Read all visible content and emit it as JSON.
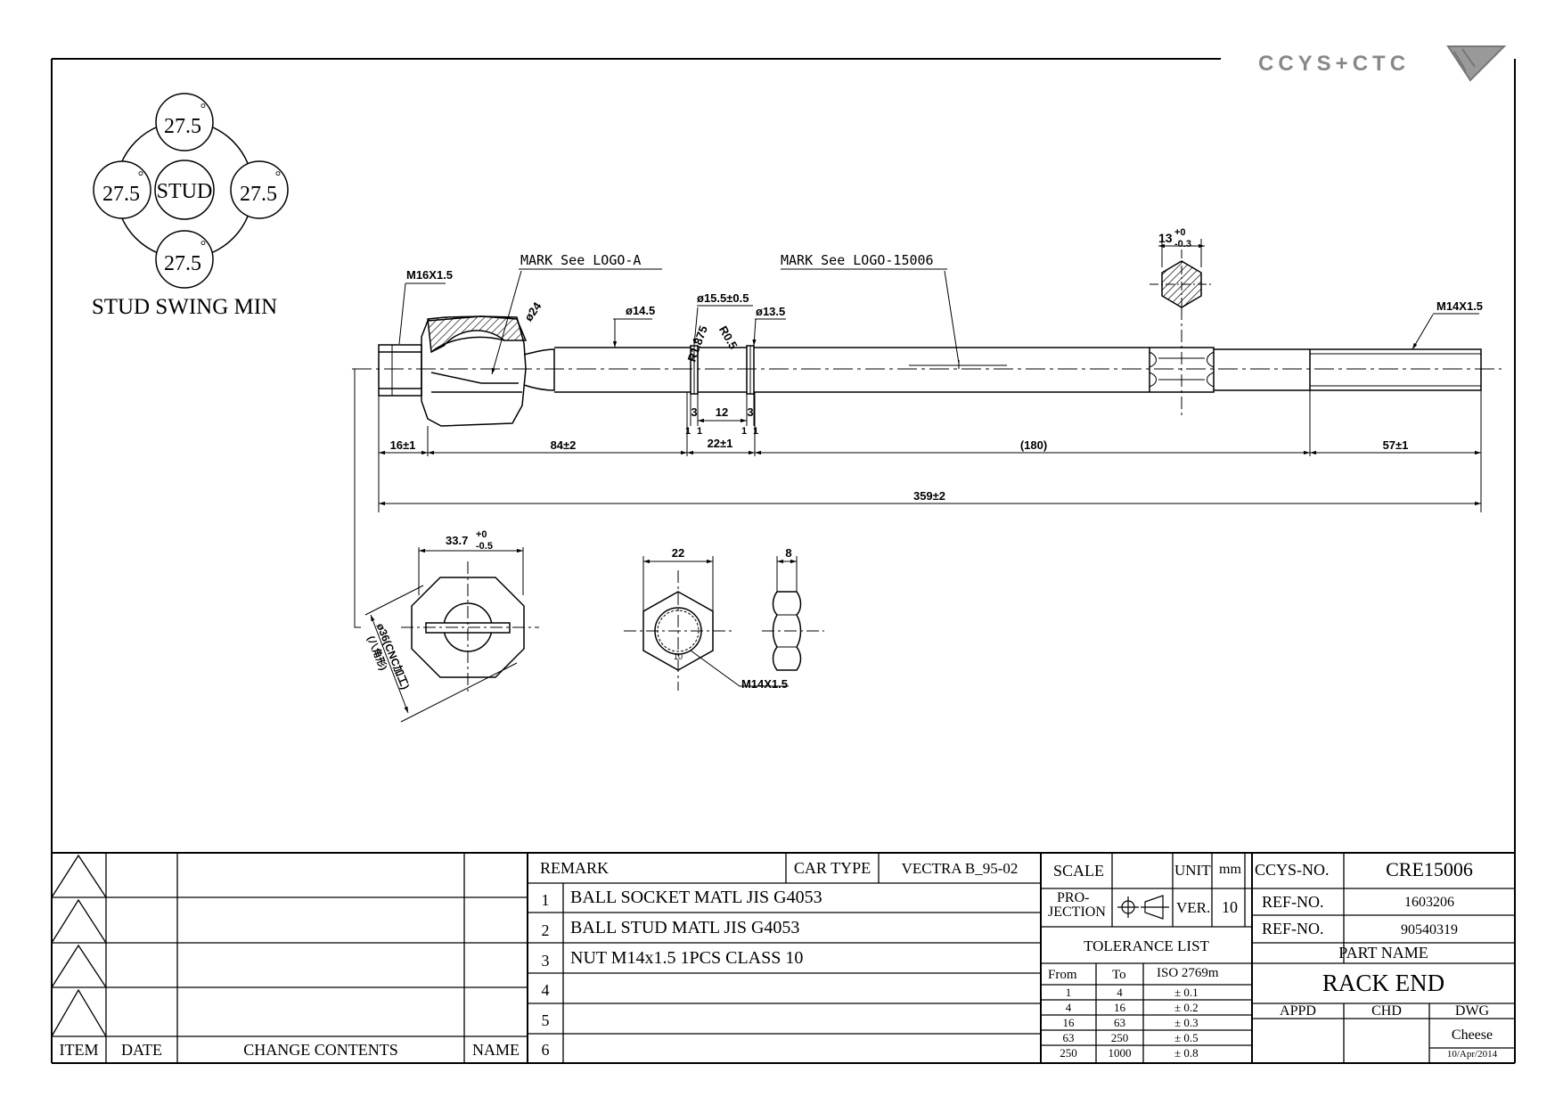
{
  "brand": {
    "logo_text": "CCYS+CTC"
  },
  "stud_swing": {
    "center_label": "STUD",
    "angles": [
      "27.5",
      "27.5",
      "27.5",
      "27.5"
    ],
    "degree_symbol": "°",
    "caption": "STUD SWING MIN"
  },
  "callouts": {
    "m16": "M16X1.5",
    "mark_logo_a": "MARK See LOGO-A",
    "mark_logo_15006": "MARK See LOGO-15006",
    "phi24": "ø24",
    "phi14_5": "ø14.5",
    "phi15_5": "ø15.5±0.5",
    "r1875": "R1.875",
    "r05": "R0.5",
    "phi13_5": "ø13.5",
    "hex13": "13",
    "hex13_tol_up": "+0",
    "hex13_tol_dn": "-0.3",
    "m14_top": "M14X1.5",
    "m14_nut": "M14X1.5",
    "phi36": "ø36(CNC加工)",
    "phi36_sub": "(八角形)",
    "w33": "33.7",
    "w33_tol_up": "+0",
    "w33_tol_dn": "-0.5",
    "nut22": "22",
    "nut8": "8",
    "nut_small": "10"
  },
  "dims": {
    "d16": "16±1",
    "d84": "84±2",
    "d22": "22±1",
    "d180": "(180)",
    "d57": "57±1",
    "d359": "359±2",
    "d3a": "3",
    "d12": "12",
    "d3b": "3",
    "d1a": "1",
    "d1b": "1",
    "d1c": "1",
    "d1d": "1"
  },
  "revision_table": {
    "headers": [
      "ITEM",
      "DATE",
      "CHANGE CONTENTS",
      "NAME"
    ]
  },
  "remarks": {
    "header": "REMARK",
    "car_type_label": "CAR TYPE",
    "car_type_value": "VECTRA B_95-02",
    "rows": [
      {
        "no": "1",
        "text": "BALL SOCKET MATL JIS G4053"
      },
      {
        "no": "2",
        "text": "BALL STUD MATL JIS G4053"
      },
      {
        "no": "3",
        "text": "NUT M14x1.5 1PCS CLASS 10"
      },
      {
        "no": "4",
        "text": ""
      },
      {
        "no": "5",
        "text": ""
      },
      {
        "no": "6",
        "text": ""
      }
    ]
  },
  "info": {
    "scale_label": "SCALE",
    "unit_label": "UNIT",
    "unit_value": "mm",
    "projection_label_1": "PRO-",
    "projection_label_2": "JECTION",
    "ver_label": "VER.",
    "ver_value": "10",
    "tolerance_title": "TOLERANCE LIST",
    "tol_headers": [
      "From",
      "To",
      "ISO 2769m"
    ],
    "tol_rows": [
      [
        "1",
        "4",
        "± 0.1"
      ],
      [
        "4",
        "16",
        "± 0.2"
      ],
      [
        "16",
        "63",
        "± 0.3"
      ],
      [
        "63",
        "250",
        "± 0.5"
      ],
      [
        "250",
        "1000",
        "± 0.8"
      ]
    ]
  },
  "title_block": {
    "ccys_label": "CCYS-NO.",
    "ccys_value": "CRE15006",
    "ref1_label": "REF-NO.",
    "ref1_value": "1603206",
    "ref2_label": "REF-NO.",
    "ref2_value": "90540319",
    "part_name_label": "PART NAME",
    "part_name_value": "RACK END",
    "appd": "APPD",
    "chd": "CHD",
    "dwg": "DWG",
    "drawn_by": "Cheese",
    "date": "10/Apr/2014"
  }
}
